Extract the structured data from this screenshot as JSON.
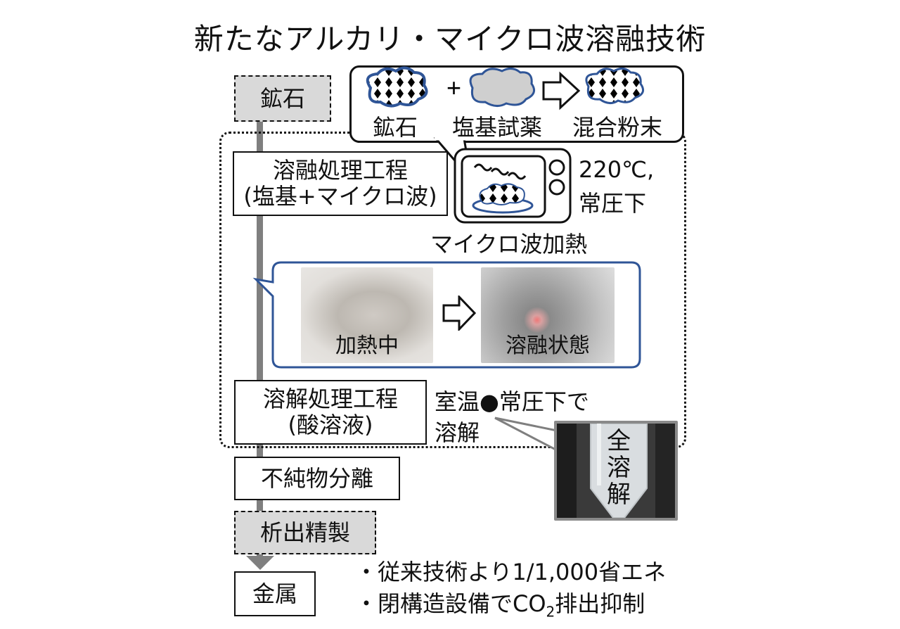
{
  "title": "新たなアルカリ・マイクロ波溶融技術",
  "flow": {
    "ore": "鉱石",
    "melt_step_line1": "溶融処理工程",
    "melt_step_line2": "(塩基+マイクロ波)",
    "dissolve_step_line1": "溶解処理工程",
    "dissolve_step_line2": "(酸溶液)",
    "separation": "不純物分離",
    "refining": "析出精製",
    "metal": "金属"
  },
  "mixing": {
    "ore_label": "鉱石",
    "plus": "+",
    "reagent_label": "塩基試薬",
    "mixture_label": "混合粉末"
  },
  "microwave": {
    "label": "マイクロ波加熱",
    "condition_line1": "220℃,",
    "condition_line2": "常圧下"
  },
  "photos": {
    "heating_label": "加熱中",
    "molten_label": "溶融状態"
  },
  "dissolution": {
    "condition_line1": "室温●常圧下で",
    "condition_line2": "溶解",
    "tube_label": [
      "全",
      "溶",
      "解"
    ]
  },
  "benefits": {
    "line1": "・従来技術より1/1,000省エネ",
    "line2_pre": "・閉構造設備でCO",
    "line2_sub": "2",
    "line2_post": "排出抑制"
  },
  "colors": {
    "spine": "#7f7f7f",
    "cloud_outline": "#2f5597",
    "callout_border": "#2f5597",
    "shaded_box": "#d9d9d9"
  }
}
